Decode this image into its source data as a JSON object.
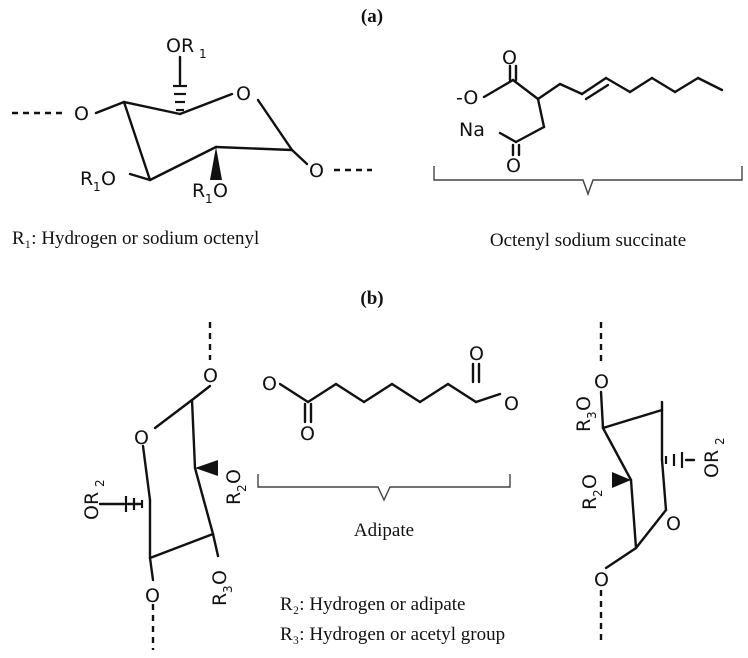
{
  "panel_a": {
    "label": "(a)",
    "ring": {
      "or1_top": "OR",
      "or1_top_sub": "1",
      "ring_o": "O",
      "left_o": "O",
      "right_o": "O",
      "r1o_left_r": "R",
      "r1o_left_sub": "1",
      "r1o_left_o": "O",
      "r1o_mid_r": "R",
      "r1o_mid_sub": "1",
      "r1o_mid_o": "O"
    },
    "r1_legend": "R₁: Hydrogen or sodium octenyl",
    "osa": {
      "o_minus": "-O",
      "o_top": "O",
      "na": "Na",
      "o_bottom": "O"
    },
    "osa_caption": "Octenyl sodium succinate"
  },
  "panel_b": {
    "label": "(b)",
    "left_ring": {
      "o_top": "O",
      "ring_o": "O",
      "r2o_r": "R",
      "r2o_sub": "2",
      "r2o_o": "O",
      "or2_o": "OR",
      "or2_sub": "2",
      "r3o_r": "R",
      "r3o_sub": "3",
      "r3o_o": "O",
      "o_bottom": "O"
    },
    "adipate": {
      "o_top": "O",
      "o_left": "O",
      "o_bottom": "O",
      "o_right": "O"
    },
    "adipate_caption": "Adipate",
    "right_ring": {
      "r3o_r": "R",
      "r3o_sub": "3",
      "r3o_o": "O",
      "o_top": "O",
      "or2_o": "OR",
      "or2_sub": "2",
      "r2o_r": "R",
      "r2o_sub": "2",
      "r2o_o": "O",
      "ring_o": "O",
      "o_bottom": "O"
    },
    "r2_legend": "R₂: Hydrogen or adipate",
    "r3_legend": "R₃: Hydrogen or acetyl group"
  }
}
